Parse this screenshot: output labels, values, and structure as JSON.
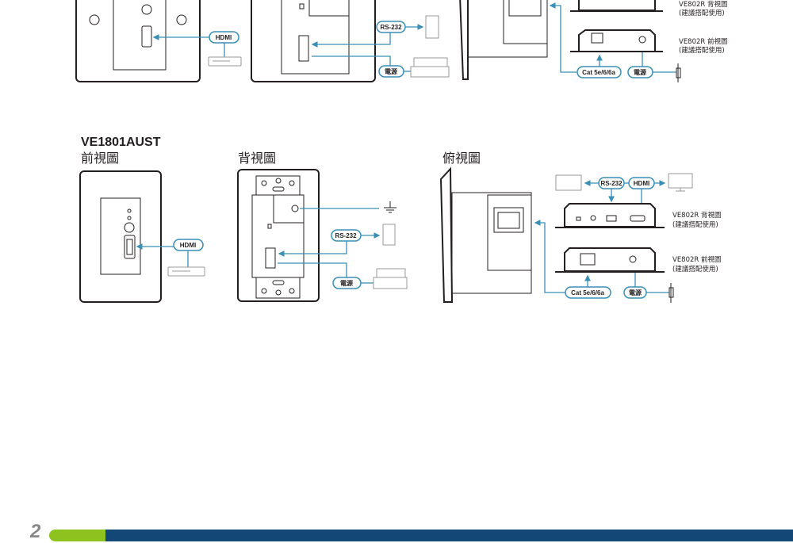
{
  "top_section": {
    "hdmi_label": "HDMI",
    "rs232_label": "RS-232",
    "power_label": "電源",
    "cat_label": "Cat 5e/6/6a",
    "receiver_rear_label": "VE802R 背視圖",
    "receiver_rear_note": "(建議搭配使用)",
    "receiver_front_label": "VE802R 前視圖",
    "receiver_front_note": "(建議搭配使用)"
  },
  "bottom_section": {
    "model": "VE1801AUST",
    "front_view_title": "前視圖",
    "back_view_title": "背視圖",
    "top_view_title": "俯視圖",
    "hdmi_label": "HDMI",
    "rs232_label": "RS-232",
    "power_label": "電源",
    "rs232_top_label": "RS-232",
    "hdmi_top_label": "HDMI",
    "cat_label": "Cat 5e/6/6a",
    "receiver_rear_label": "VE802R 背視圖",
    "receiver_rear_note": "(建議搭配使用)",
    "receiver_front_label": "VE802R 前視圖",
    "receiver_front_note": "(建議搭配使用)"
  },
  "footer": {
    "page_number": "2",
    "accent_green": "#8dc21f",
    "accent_blue": "#134876"
  },
  "colors": {
    "connector_line": "#3a8fb7"
  }
}
